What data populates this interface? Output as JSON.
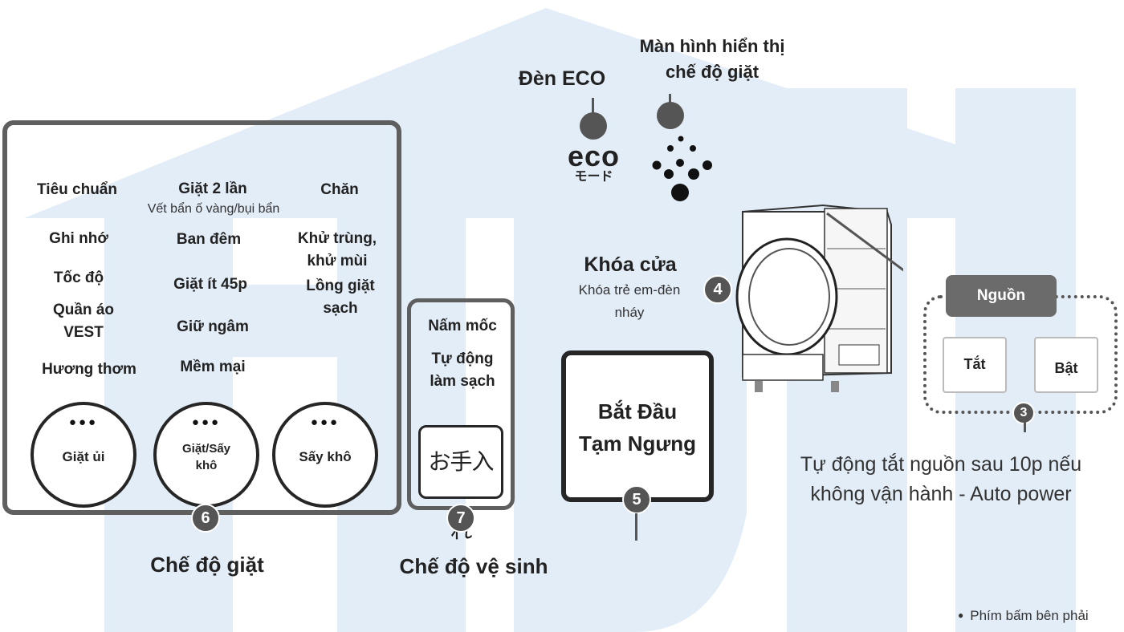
{
  "wash_panel": {
    "modes_col1": [
      "Tiêu chuẩn",
      "Ghi nhớ",
      "Tốc độ",
      "Quần áo VEST",
      "Hương thơm"
    ],
    "modes_col2": [
      "Giặt 2 lần",
      "Vết bẩn ố vàng/bụi bẩn",
      "Ban đêm",
      "Giặt ít 45p",
      "Giữ ngâm",
      "Mềm mại"
    ],
    "modes_col3": [
      "Chăn",
      "Khử trùng, khử mùi",
      "Lồng giặt sạch"
    ],
    "buttons": [
      "Giặt ủi",
      "Giặt/Sấy khô",
      "Sấy khô"
    ],
    "button_dots": "●●●",
    "number": "6",
    "caption": "Chế độ giặt"
  },
  "clean_panel": {
    "modes": [
      "Nấm mốc",
      "Tự động làm sạch"
    ],
    "button_label": "お手入れ",
    "number": "7",
    "caption": "Chế độ vệ sinh"
  },
  "eco": {
    "label": "Đèn ECO",
    "logo_main": "eco",
    "logo_sub": "モード"
  },
  "display": {
    "label_line1": "Màn hình hiển thị",
    "label_line2": "chế độ giặt"
  },
  "door_lock": {
    "title": "Khóa cửa",
    "desc_line1": "Khóa trẻ em-đèn",
    "desc_line2": "nháy",
    "number": "4"
  },
  "start": {
    "line1": "Bắt Đầu",
    "line2": "Tạm Ngưng",
    "number": "5"
  },
  "power": {
    "label": "Nguồn",
    "off": "Tắt",
    "on": "Bật",
    "number": "3",
    "note_line1": "Tự động tắt nguồn sau 10p nếu",
    "note_line2": "không vận hành - Auto power"
  },
  "footnote": "Phím bấm bên phải",
  "colors": {
    "watermark": "#e3edf8",
    "panel_border": "#5f5f5f",
    "marker": "#555555",
    "power_label_bg": "#6b6b6b"
  }
}
